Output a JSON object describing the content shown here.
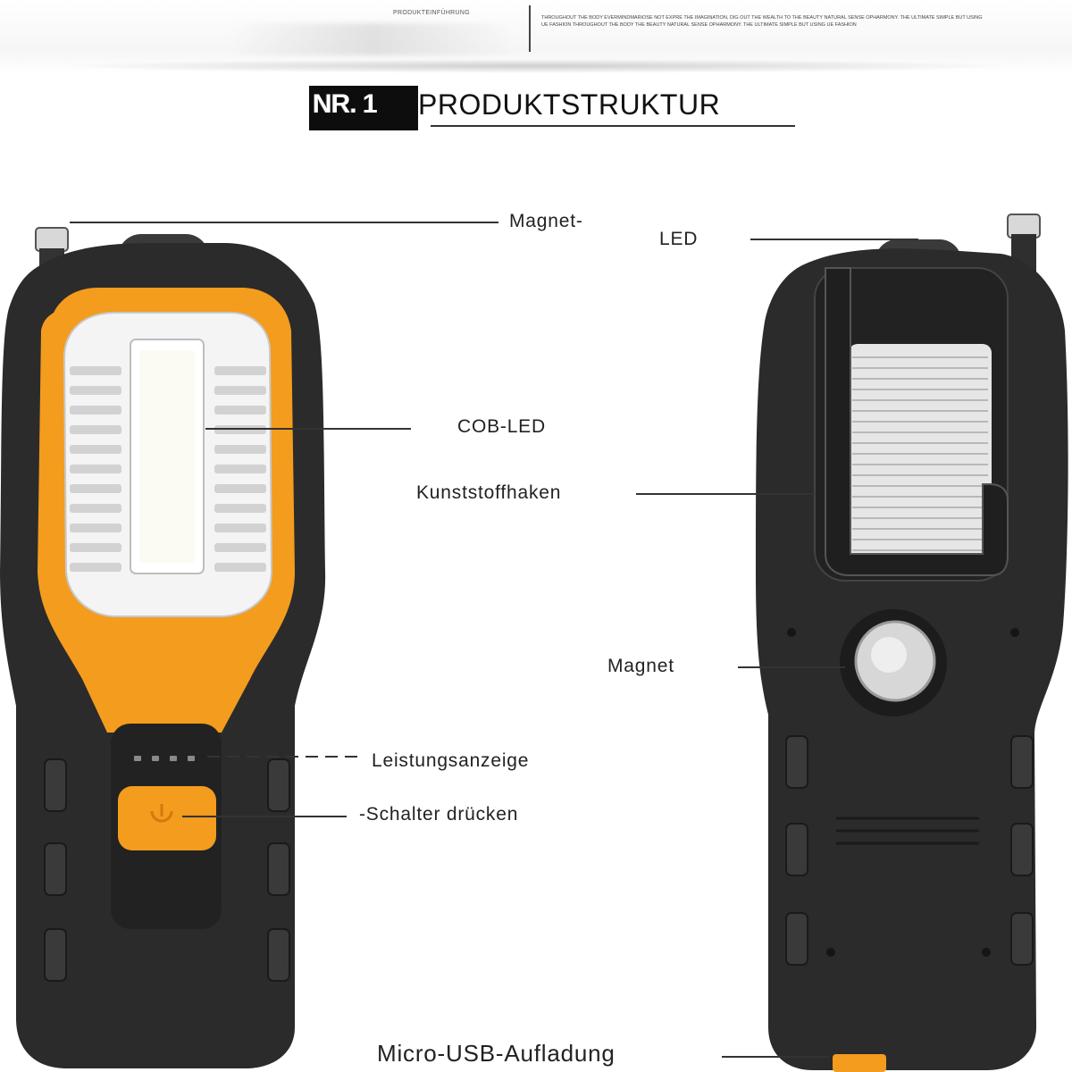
{
  "header": {
    "intro_label": "PRODUKTEINFÜHRUNG",
    "intro_text": "THROUGHOUT THE BODY EVERMINDMARIOSE NOT EXPRE THE IMAGINATION, DIG OUT THE WEALTH TO THE BEAUTY NATURAL SENSE OPHARMONY. THE ULTIMATE SIMPLE BUT USING UE FASHION THROUGHOUT THE BODY THE BEAUTY NATURAL SENSE OPHARMONY. THE ULTIMATE SIMPLE BUT USING UE FASHION"
  },
  "section": {
    "badge": "NR. 1",
    "title": "PRODUKTSTRUKTUR"
  },
  "labels": {
    "magnet_top": "Magnet-",
    "led": "LED",
    "cob_led": "COB-LED",
    "hook": "Kunststoffhaken",
    "magnet": "Magnet",
    "power_indicator": "Leistungsanzeige",
    "switch": "-Schalter drücken",
    "usb": "Micro-USB-Aufladung"
  },
  "colors": {
    "body": "#2b2b2b",
    "accent": "#f39c1e",
    "led_panel": "#f4f4f4"
  }
}
